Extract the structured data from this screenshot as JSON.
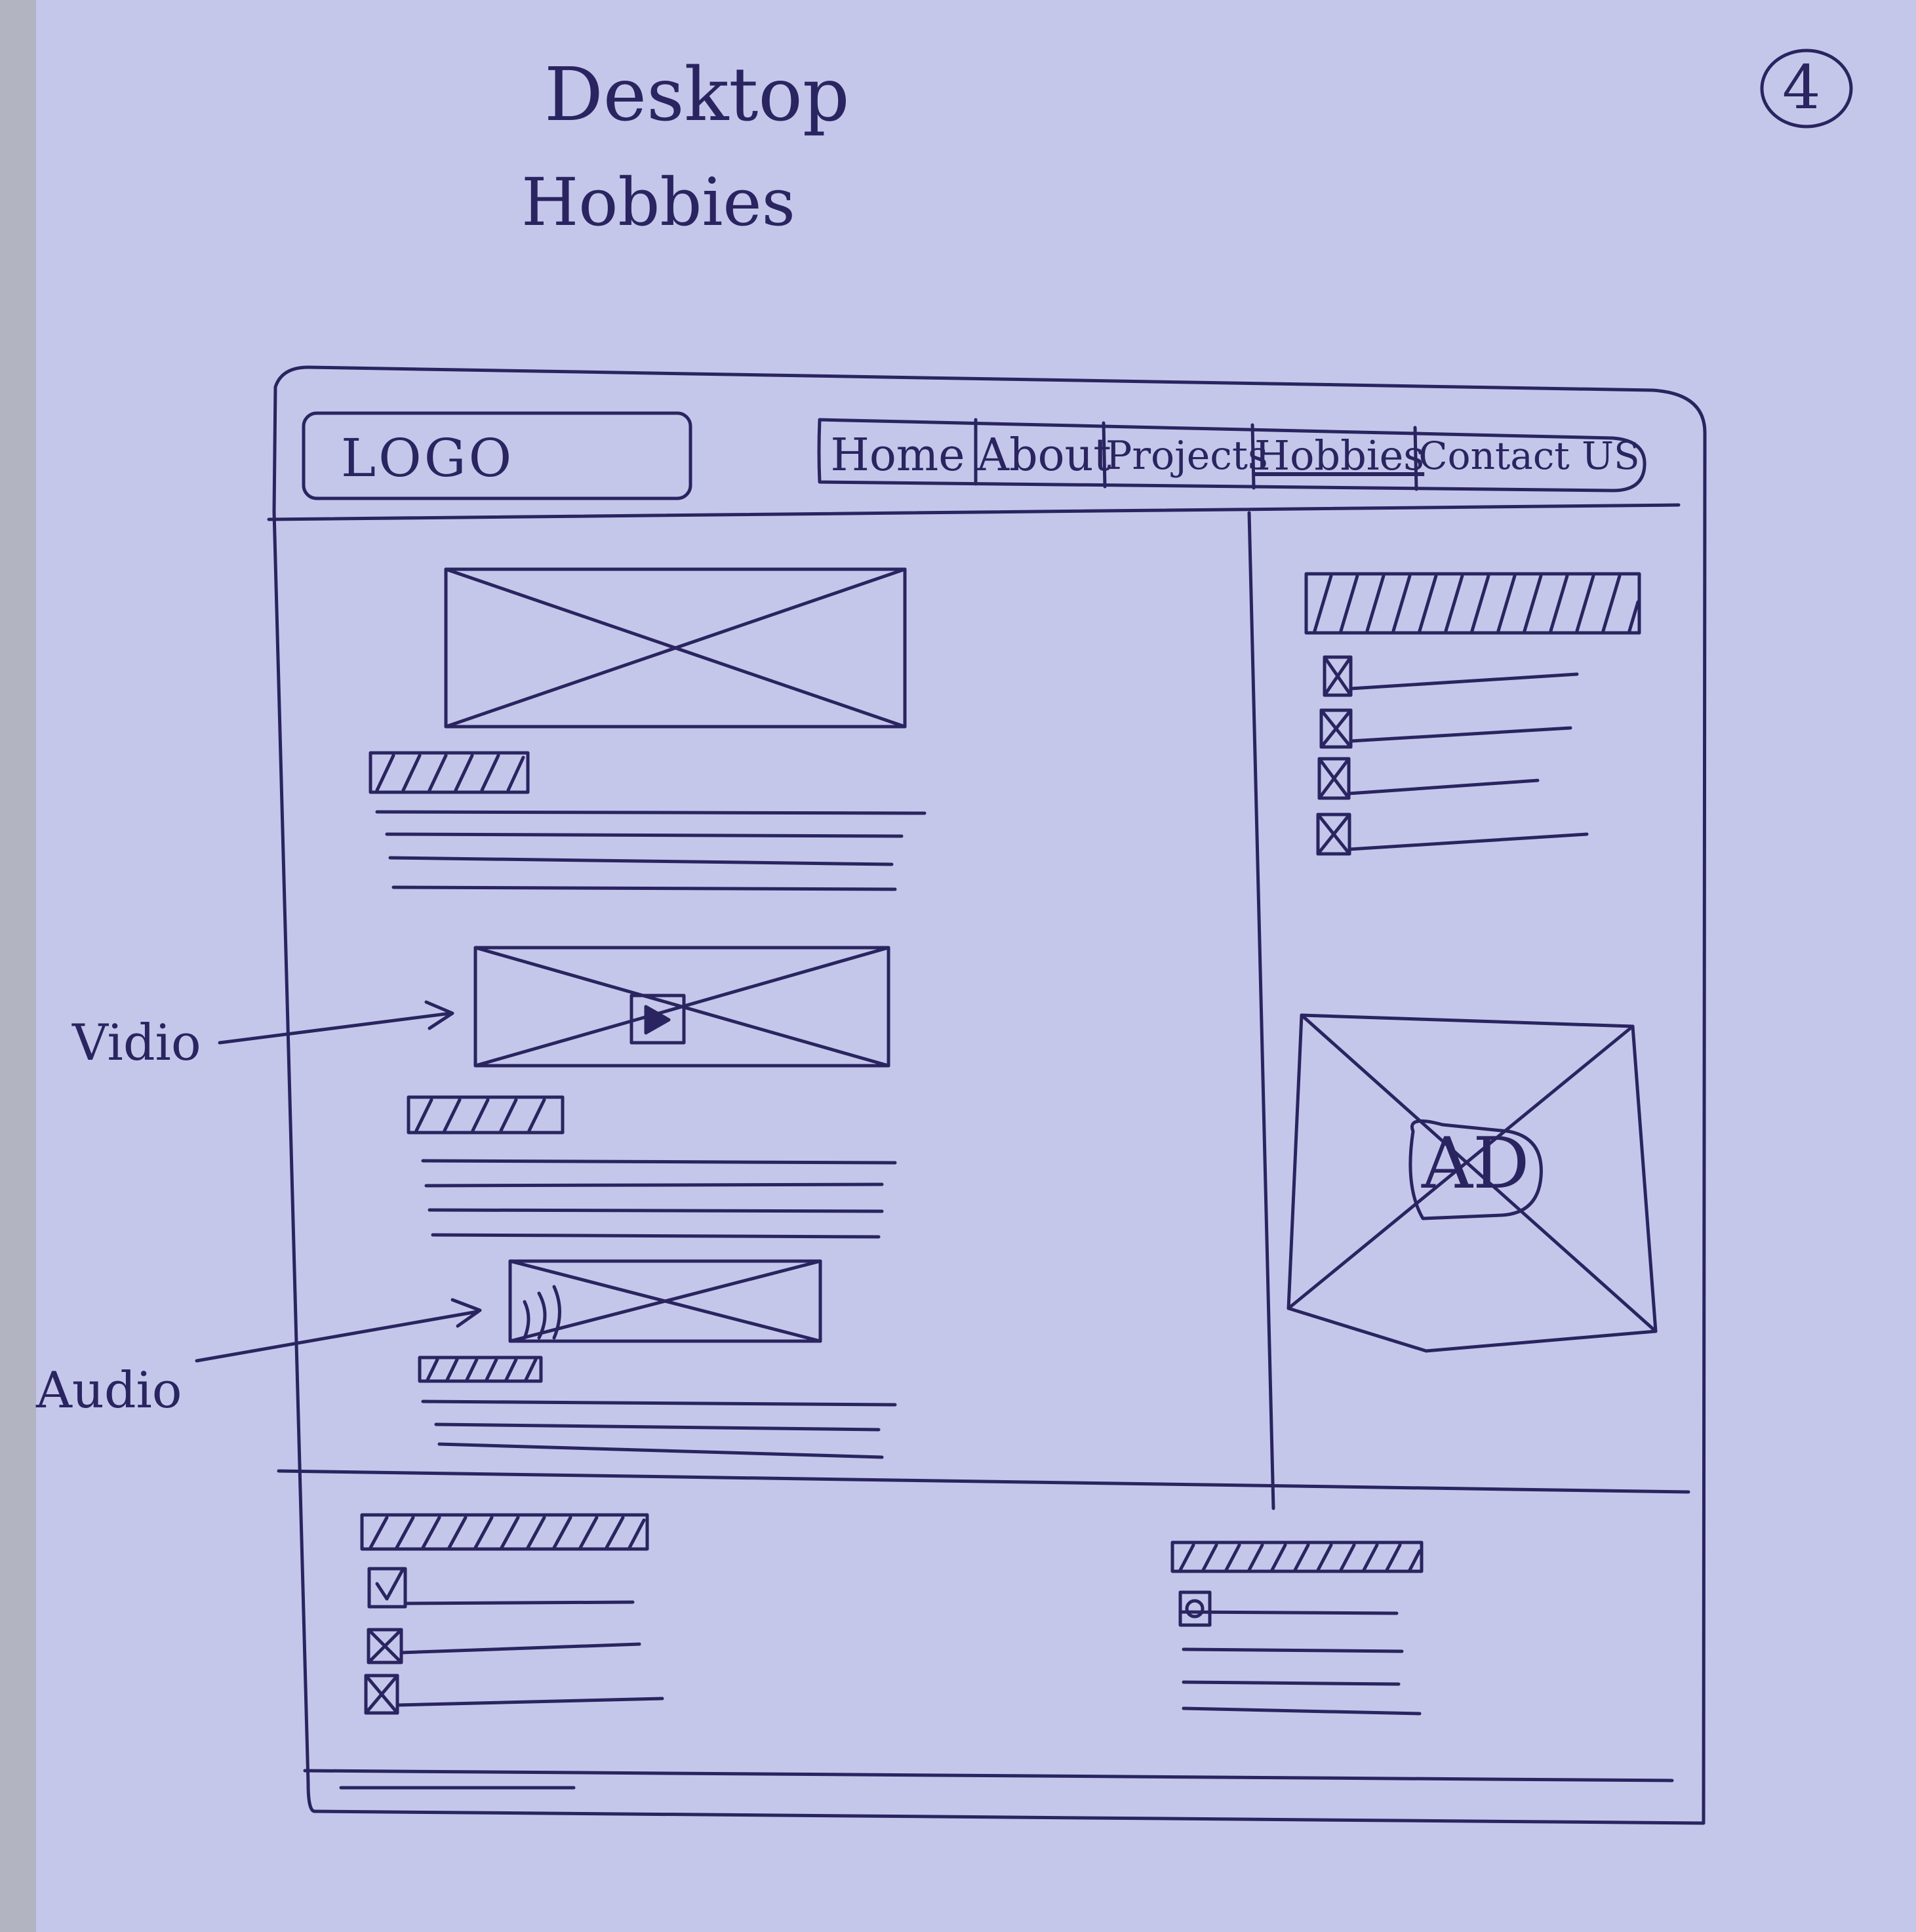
{
  "sketch": {
    "title_line1": "Desktop",
    "title_line2": "Hobbies",
    "page_number": "4",
    "annotation_video": "Vidio",
    "annotation_audio": "Audio",
    "ad_label": "AD"
  },
  "header": {
    "logo": "LOGO",
    "nav": [
      "Home",
      "About",
      "Projects",
      "Hobbies",
      "Contact US"
    ]
  },
  "colors": {
    "ink": "#2a2460",
    "paper": "#c4c7ea",
    "background": "#b2b4c2"
  }
}
